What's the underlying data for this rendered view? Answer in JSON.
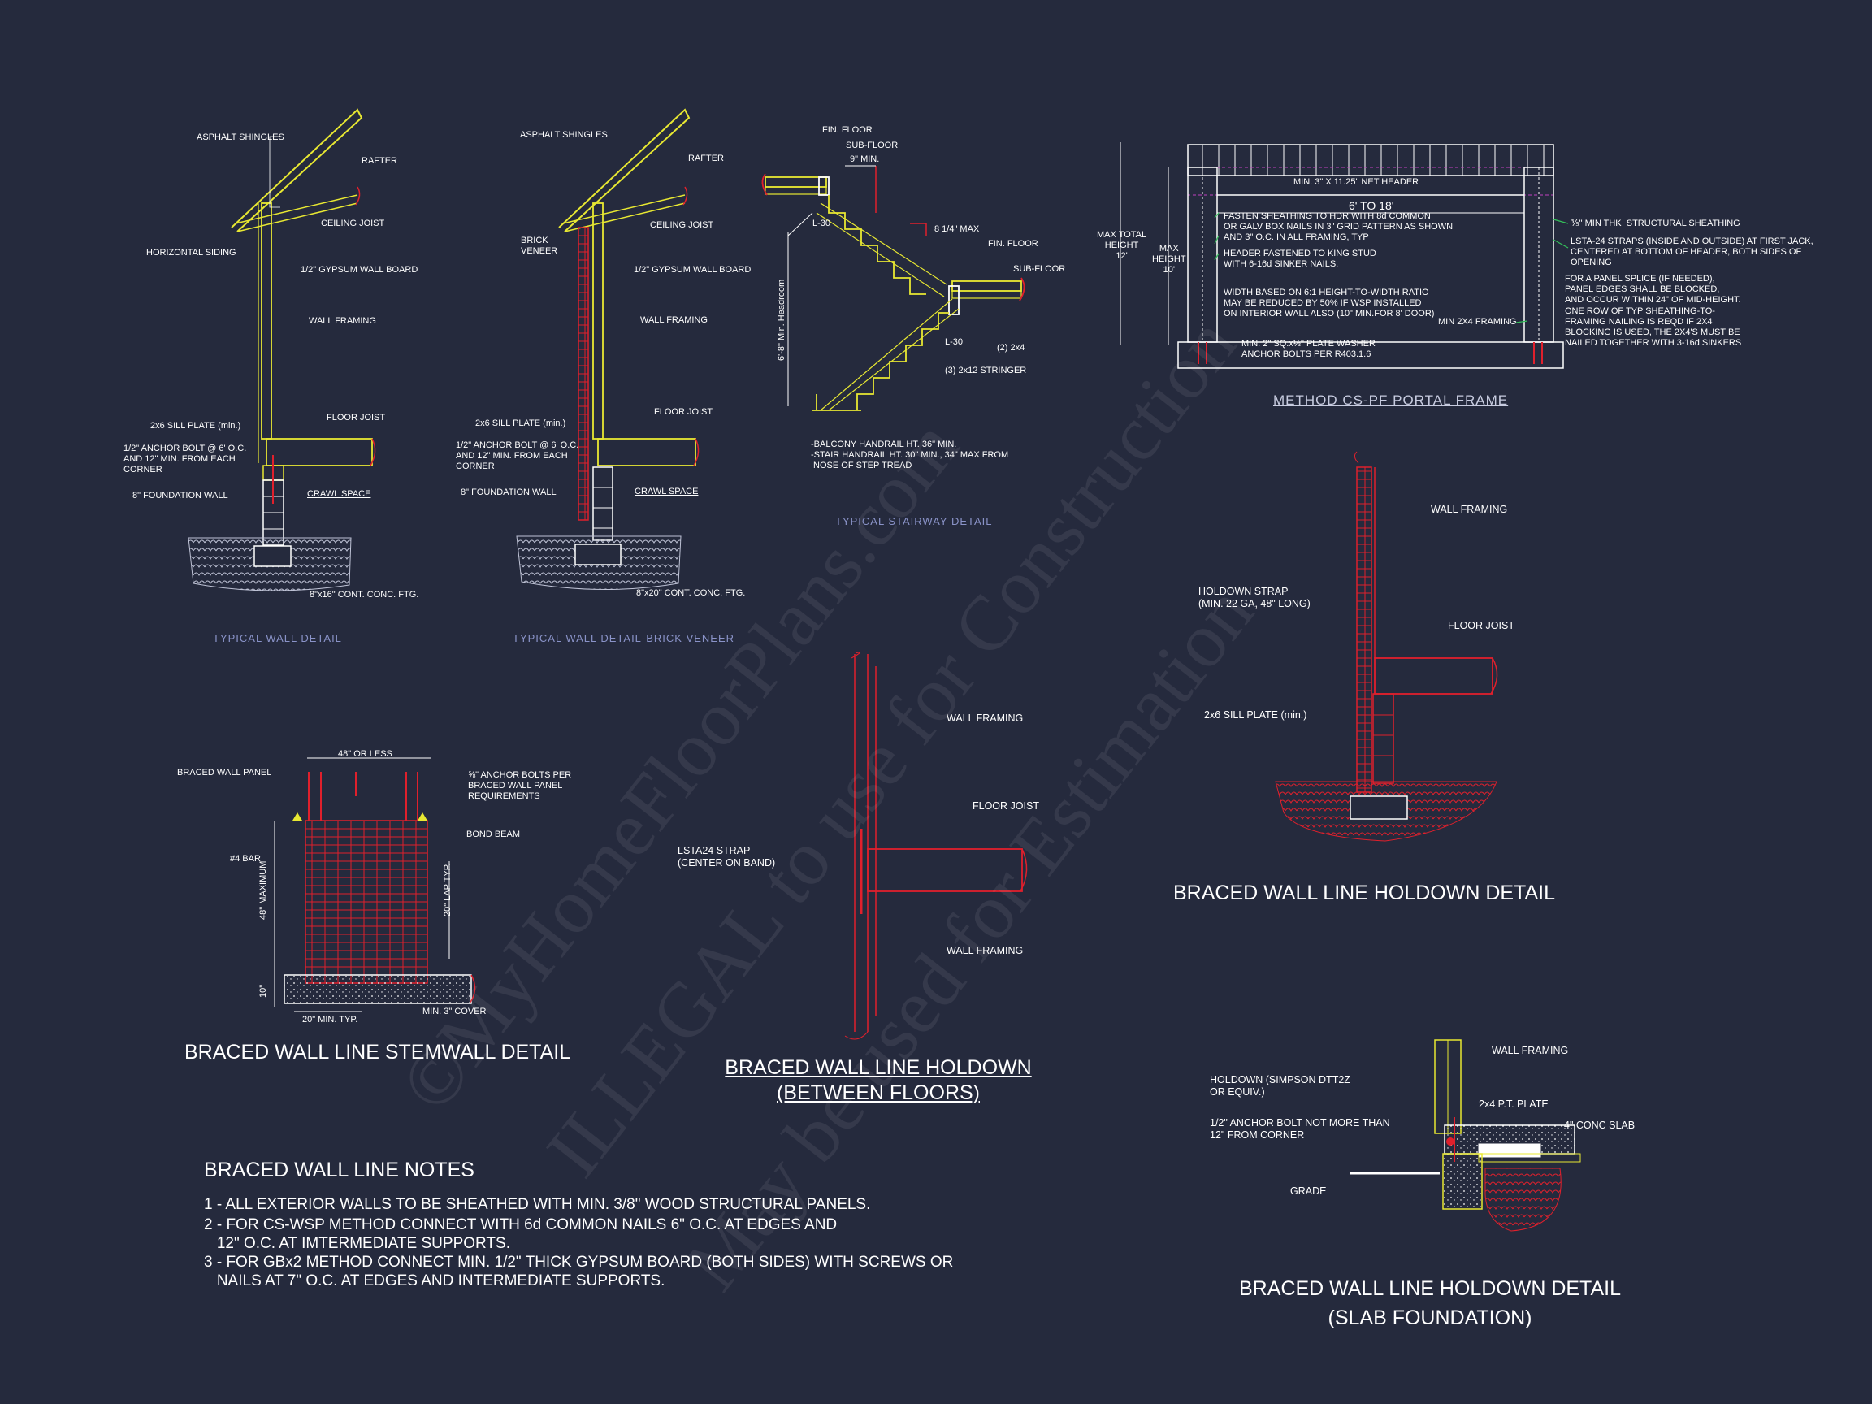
{
  "titles": {
    "typical_wall": "TYPICAL WALL DETAIL",
    "typical_wall_brick": "TYPICAL WALL DETAIL-BRICK VENEER",
    "typical_stairway": "TYPICAL STAIRWAY DETAIL",
    "portal_frame": "METHOD CS-PF PORTAL FRAME",
    "holdown": "BRACED WALL LINE HOLDOWN DETAIL",
    "stemwall": "BRACED WALL LINE STEMWALL DETAIL",
    "between_floors_1": "BRACED WALL LINE HOLDOWN",
    "between_floors_2": "(BETWEEN FLOORS)",
    "slab_1": "BRACED WALL LINE HOLDOWN DETAIL",
    "slab_2": "(SLAB FOUNDATION)"
  },
  "wall_detail": {
    "asphalt_shingles": "ASPHALT SHINGLES",
    "rafter": "RAFTER",
    "ceiling_joist": "CEILING JOIST",
    "horizontal_siding": "HORIZONTAL SIDING",
    "gypsum": "1/2\" GYPSUM WALL BOARD",
    "wall_framing": "WALL FRAMING",
    "sill_plate": "2x6 SILL PLATE (min.)",
    "floor_joist": "FLOOR JOIST",
    "anchor_bolt": "1/2\" ANCHOR BOLT @ 6' O.C.\nAND 12\" MIN. FROM EACH\nCORNER",
    "crawl_space": "CRAWL SPACE",
    "foundation_wall": "8\" FOUNDATION WALL",
    "footing": "8\"x16\" CONT. CONC. FTG."
  },
  "brick_detail": {
    "asphalt_shingles": "ASPHALT SHINGLES",
    "rafter": "RAFTER",
    "ceiling_joist": "CEILING JOIST",
    "brick_veneer": "BRICK\nVENEER",
    "gypsum": "1/2\" GYPSUM WALL BOARD",
    "wall_framing": "WALL FRAMING",
    "sill_plate": "2x6 SILL PLATE (min.)",
    "floor_joist": "FLOOR JOIST",
    "anchor_bolt": "1/2\" ANCHOR BOLT @ 6' O.C.\nAND 12\" MIN. FROM EACH\nCORNER",
    "crawl_space": "CRAWL SPACE",
    "foundation_wall": "8\" FOUNDATION WALL",
    "footing": "8\"x20\" CONT. CONC. FTG."
  },
  "stair_detail": {
    "fin_floor_top": "FIN. FLOOR",
    "sub_floor_top": "SUB-FLOOR",
    "nine_min": "9\" MIN.",
    "l30_a": "L-30",
    "riser_max": "8 1/4\" MAX",
    "fin_floor_mid": "FIN. FLOOR",
    "sub_floor_mid": "SUB-FLOOR",
    "headroom": "6'-8\" Min. Headroom",
    "l30_b": "L-30",
    "two_2x4": "(2) 2x4",
    "stringer": "(3) 2x12 STRINGER",
    "handrail": "-BALCONY HANDRAIL HT. 36\" MIN.\n-STAIR HANDRAIL HT. 30\" MIN., 34\" MAX FROM\n NOSE OF STEP TREAD"
  },
  "portal": {
    "net_header": "MIN. 3\" X 11.25\" NET HEADER",
    "span": "6' TO 18'",
    "fasten": "FASTEN SHEATHING TO HDR WITH 8d COMMON\nOR GALV BOX NAILS IN 3\" GRID PATTERN AS SHOWN\nAND 3\" O.C. IN ALL FRAMING, TYP",
    "header_fastened": "HEADER FASTENED TO KING STUD\nWITH 6-16d SINKER NAILS.",
    "width_note": "WIDTH BASED ON 6:1 HEIGHT-TO-WIDTH RATIO\nMAY BE REDUCED BY 50% IF WSP INSTALLED\nON INTERIOR WALL ALSO (10\" MIN.FOR 8' DOOR)",
    "washer": "MIN. 2\" SQ.x⅓\" PLATE WASHER\nANCHOR BOLTS PER R403.1.6",
    "max_total": "MAX TOTAL\nHEIGHT\n12'",
    "max_height": "MAX\nHEIGHT\n10'",
    "sheathing": "⅗\" MIN THK  STRUCTURAL SHEATHING",
    "straps": "LSTA-24 STRAPS (INSIDE AND OUTSIDE) AT FIRST JACK,\nCENTERED AT BOTTOM OF HEADER, BOTH SIDES OF\nOPENING",
    "panel_splice": "FOR A PANEL SPLICE (IF NEEDED),\nPANEL EDGES SHALL BE BLOCKED,\nAND OCCUR WITHIN 24\" OF MID-HEIGHT.\nONE ROW OF TYP SHEATHING-TO-\nFRAMING NAILING IS REQD IF 2X4\nBLOCKING IS USED, THE 2X4'S MUST BE\nNAILED TOGETHER WITH 3-16d SINKERS",
    "min_2x4": "MIN 2X4 FRAMING"
  },
  "holdown": {
    "wall_framing": "WALL FRAMING",
    "strap": "HOLDOWN STRAP\n(MIN. 22 GA, 48\" LONG)",
    "floor_joist": "FLOOR JOIST",
    "sill": "2x6 SILL PLATE (min.)"
  },
  "stemwall": {
    "dim": "48\" OR LESS",
    "braced_panel": "BRACED WALL PANEL",
    "anchor": "⅝\" ANCHOR BOLTS PER\nBRACED WALL PANEL\nREQUIREMENTS",
    "bond_beam": "BOND BEAM",
    "bar": "#4 BAR",
    "max48": "48\" MAXIMUM",
    "lap": "20\" LAP TYP.",
    "ten": "10\"",
    "twenty_min": "20\" MIN. TYP.",
    "cover": "MIN. 3\" COVER"
  },
  "between": {
    "wall_framing_top": "WALL FRAMING",
    "floor_joist": "FLOOR JOIST",
    "strap": "LSTA24 STRAP\n(CENTER ON BAND)",
    "wall_framing_bottom": "WALL FRAMING"
  },
  "slab": {
    "wall_framing": "WALL FRAMING",
    "holdown": "HOLDOWN (SIMPSON DTT2Z\nOR EQUIV.)",
    "pt_plate": "2x4 P.T. PLATE",
    "conc_slab": "4\" CONC SLAB",
    "anchor": "1/2\" ANCHOR BOLT NOT MORE THAN\n12\" FROM CORNER",
    "grade": "GRADE"
  },
  "notes": {
    "title": "BRACED WALL LINE NOTES",
    "items": [
      "1 - ALL EXTERIOR WALLS TO BE SHEATHED WITH MIN. 3/8\" WOOD STRUCTURAL PANELS.",
      "2 - FOR CS-WSP METHOD CONNECT WITH 6d COMMON NAILS 6\" O.C. AT EDGES AND\n   12\" O.C. AT IMTERMEDIATE SUPPORTS.",
      "3 - FOR GBx2 METHOD CONNECT MIN. 1/2\" THICK GYPSUM BOARD (BOTH SIDES) WITH SCREWS OR\n   NAILS AT 7\" O.C. AT EDGES AND INTERMEDIATE SUPPORTS."
    ]
  },
  "watermark": {
    "line1": "©MyHomeFloorPlans.com",
    "line2": "ILLEGAL to use for Construction",
    "line3": "May be used for Estimation"
  },
  "colors": {
    "background": "#252a3d",
    "yellow": "#e8e832",
    "red": "#e0202c",
    "white": "#ffffff",
    "green": "#34c05a",
    "magenta": "#c040c0",
    "faint": "#8a93c8"
  }
}
